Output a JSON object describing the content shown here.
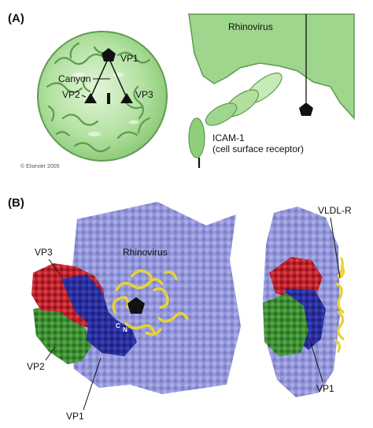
{
  "panel_a": {
    "label": "(A)",
    "vp1": "VP1",
    "vp2": "VP2",
    "vp3": "VP3",
    "canyon": "Canyon",
    "copyright": "© Elsevier 2005",
    "rhinovirus": "Rhinovirus",
    "receptor_name": "ICAM-1",
    "receptor_desc": "(cell surface receptor)"
  },
  "panel_b": {
    "label": "(B)",
    "rhinovirus": "Rhinovirus",
    "vp1_left": "VP1",
    "vp2": "VP2",
    "vp3": "VP3",
    "vldlr": "VLDL-R",
    "vp1_right": "VP1",
    "c_term": "C",
    "n_term": "N"
  },
  "colors": {
    "capsid_green": "#9fd68d",
    "capsid_dark": "#5f9b4f",
    "receptor_green": "#8fcf7a",
    "protein_lavender": "#8f92d6",
    "vp1_blue": "#2a2f9e",
    "vp3_red": "#c0222c",
    "vp2_green": "#3f8f34",
    "receptor_yellow": "#e6d23a"
  }
}
